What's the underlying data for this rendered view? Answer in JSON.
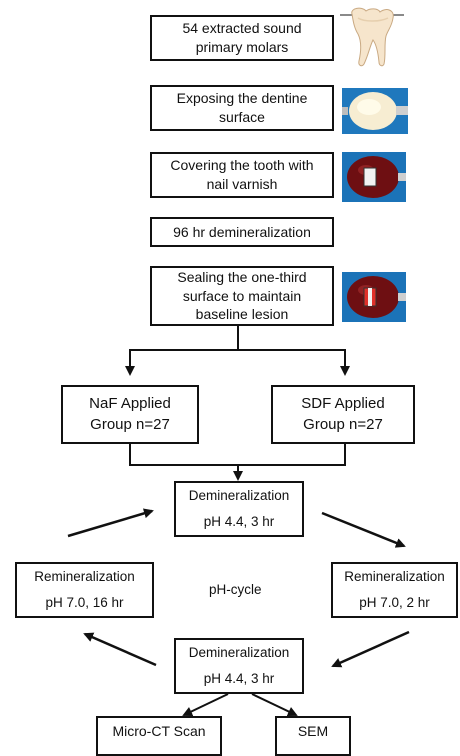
{
  "steps": [
    {
      "text": "54 extracted sound\nprimary molars"
    },
    {
      "text": "Exposing the dentine\nsurface"
    },
    {
      "text": "Covering the tooth with\nnail varnish"
    },
    {
      "text": "96 hr demineralization"
    },
    {
      "text": "Sealing the one-third\nsurface to maintain\nbaseline lesion"
    }
  ],
  "groups": [
    {
      "text": "NaF Applied\nGroup n=27"
    },
    {
      "text": "SDF Applied\nGroup n=27"
    }
  ],
  "cycle": {
    "top": "Demineralization\npH 4.4, 3 hr",
    "left": "Remineralization\npH 7.0, 16 hr",
    "right": "Remineralization\npH 7.0, 2 hr",
    "bottom": "Demineralization\npH 4.4, 3 hr",
    "center_label": "pH-cycle"
  },
  "outputs": [
    {
      "text": "Micro-CT Scan"
    },
    {
      "text": "SEM"
    }
  ],
  "colors": {
    "varnish": "#6e0f12",
    "window_white": "#f2f2f2",
    "window_red": "#e0302a",
    "blue_bg": "#1b73b8"
  }
}
